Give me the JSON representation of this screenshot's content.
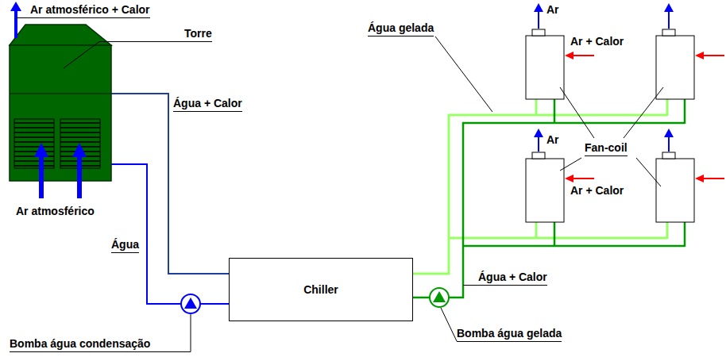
{
  "diagram": {
    "nodes": [
      {
        "text": [
          "Torre"
        ]
      },
      {
        "text": [
          "Chiller"
        ]
      }
    ],
    "edges": [
      {
        "from": 1,
        "to": 0,
        "label": "Água + Calor",
        "arrow": "none"
      },
      {
        "from": 0,
        "to": 1,
        "label": "Água",
        "arrow": "none"
      }
    ],
    "labels": [
      "Ar atmosférico + Calor",
      "Ar atmosférico",
      "Bomba água condensação",
      "Água gelada",
      "Ar",
      "Ar + Calor",
      "Fan-coil",
      "Ar",
      "Ar + Calor",
      "Água + Calor",
      "Bomba água gelada"
    ]
  }
}
